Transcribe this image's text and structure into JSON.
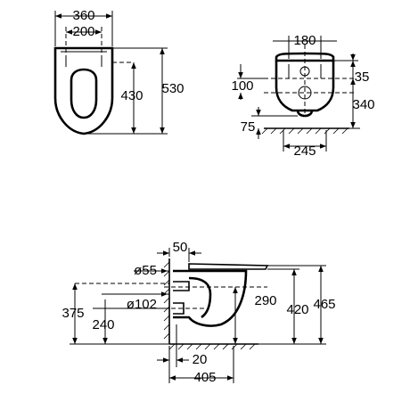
{
  "views": {
    "top_view": {
      "dimensions": {
        "overall_width": "360",
        "fixing_spacing": "200",
        "rim_length": "430",
        "overall_length": "530"
      }
    },
    "front_view": {
      "dimensions": {
        "fixing_horizontal": "180",
        "upper_offset": "35",
        "lower_offset": "100",
        "overall_height": "340",
        "outlet_height": "75",
        "foot_width": "245"
      }
    },
    "side_view": {
      "dimensions": {
        "top_offset": "50",
        "inlet_diameter": "ø55",
        "outlet_diameter": "ø102",
        "outlet_center_height": "375",
        "lower_fix_height": "240",
        "inner_height": "290",
        "rim_height": "420",
        "overall_height": "465",
        "wall_offset": "20",
        "projection": "405"
      }
    }
  }
}
